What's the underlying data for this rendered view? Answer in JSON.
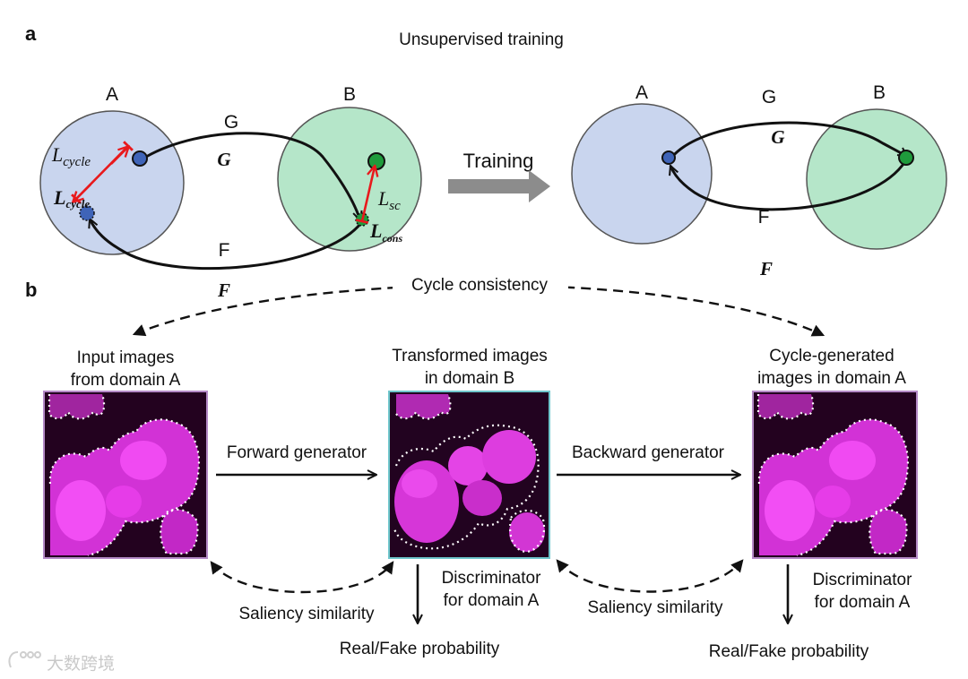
{
  "panel_a": {
    "letter": "a",
    "title": "Unsupervised training",
    "training_arrow_label": "Training",
    "left": {
      "domain_a": "A",
      "domain_b": "B",
      "g_plain": "G",
      "g_italic": "G",
      "f_plain": "F",
      "f_italic": "F",
      "l_cycle": "L",
      "l_cycle_sub": "cycle",
      "l_cycle_bold": "L",
      "l_cycle_bold_sub": "cycle",
      "l_sc": "L",
      "l_sc_sub": "sc",
      "l_cons": "L",
      "l_cons_sub": "cons"
    },
    "right": {
      "domain_a": "A",
      "domain_b": "B",
      "g_plain": "G",
      "g_italic": "G",
      "f_plain": "F",
      "f_italic": "F"
    }
  },
  "panel_b": {
    "letter": "b",
    "cycle_consistency": "Cycle consistency",
    "input_label_1": "Input images",
    "input_label_2": "from domain A",
    "transformed_label_1": "Transformed images",
    "transformed_label_2": "in domain B",
    "cycle_label_1": "Cycle-generated",
    "cycle_label_2": "images in domain A",
    "forward_generator": "Forward generator",
    "backward_generator": "Backward generator",
    "discriminator_1_line1": "Discriminator",
    "discriminator_1_line2": "for domain A",
    "discriminator_2_line1": "Discriminator",
    "discriminator_2_line2": "for domain A",
    "saliency_1": "Saliency similarity",
    "saliency_2": "Saliency similarity",
    "real_fake_1": "Real/Fake probability",
    "real_fake_2": "Real/Fake probability"
  },
  "watermark": "大数跨境",
  "colors": {
    "domain_a_fill": "#c9d5ee",
    "domain_b_fill": "#b5e6c9",
    "blue_dot": "#3f64b8",
    "green_dot": "#1f9b3c",
    "red_arrow": "#e8191c",
    "training_arrow": "#8c8c8c",
    "magenta": "#e43ae6",
    "image_bg": "#23021f",
    "input_frame": "#b48ac7",
    "transformed_frame": "#6fc6cc"
  }
}
